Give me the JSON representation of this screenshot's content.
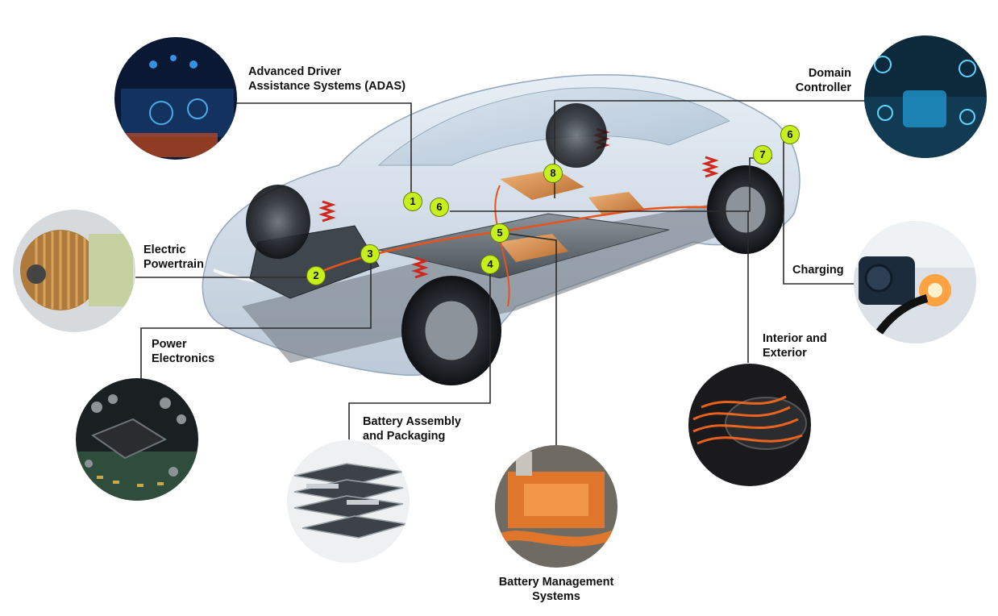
{
  "components": [
    {
      "id": "adas",
      "lines": [
        "Advanced Driver",
        "Assistance Systems (ADAS)"
      ]
    },
    {
      "id": "domain",
      "lines": [
        "Domain",
        "Controller"
      ]
    },
    {
      "id": "powertrain",
      "lines": [
        "Electric",
        "Powertrain"
      ]
    },
    {
      "id": "charging",
      "lines": [
        "Charging"
      ]
    },
    {
      "id": "power-electronics",
      "lines": [
        "Power",
        "Electronics"
      ]
    },
    {
      "id": "interior",
      "lines": [
        "Interior and",
        "Exterior"
      ]
    },
    {
      "id": "battery-assembly",
      "lines": [
        "Battery Assembly",
        "and Packaging"
      ]
    },
    {
      "id": "bms",
      "lines": [
        "Battery Management",
        "Systems"
      ]
    }
  ],
  "markers": [
    "1",
    "2",
    "3",
    "4",
    "5",
    "6",
    "6",
    "7",
    "8"
  ],
  "colors": {
    "marker": "#c6f01c",
    "leader": "#2b2b2b",
    "accent": "#e8531c"
  }
}
